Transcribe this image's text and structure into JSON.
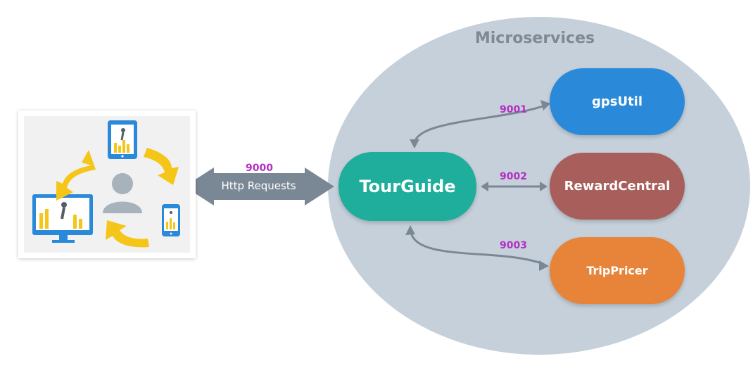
{
  "group": {
    "label": "Microservices"
  },
  "gateway": {
    "label": "9000",
    "request_label": "Http Requests"
  },
  "services": {
    "tourguide": {
      "label": "TourGuide",
      "color": "#1fae9b"
    },
    "gpsutil": {
      "label": "gpsUtil",
      "color": "#2a8ad9",
      "port": "9001"
    },
    "rewardcentral": {
      "label": "RewardCentral",
      "color": "#a85f5c",
      "port": "9002"
    },
    "trippricer": {
      "label": "TripPricer",
      "color": "#e8843a",
      "port": "9003"
    }
  },
  "colors": {
    "ellipse": "#c5d0da",
    "arrow": "#7a8896",
    "port_text": "#b331c2",
    "cycle_arrow": "#f5c518"
  },
  "icons": [
    "user-icon",
    "tablet-icon",
    "desktop-monitor-icon",
    "phone-icon",
    "cycle-arrow-icon"
  ]
}
